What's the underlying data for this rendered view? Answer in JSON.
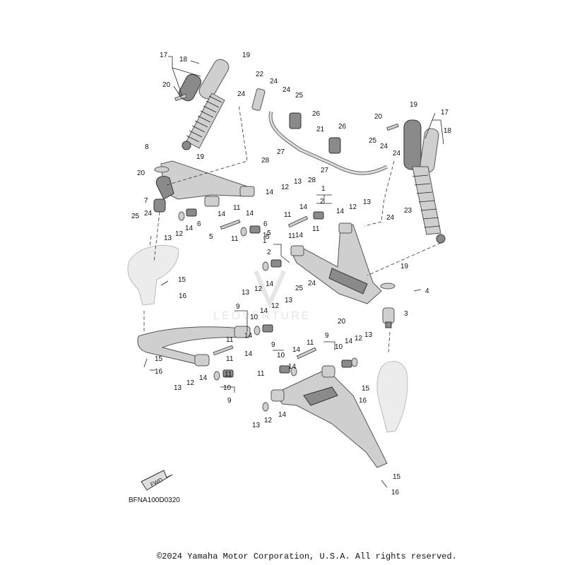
{
  "diagram_code": "BFNA100D0320",
  "copyright": "©2024 Yamaha Motor Corporation, U.S.A. All rights reserved.",
  "fwd_label": "FWD",
  "callouts": [
    {
      "id": "c17a",
      "text": "17"
    },
    {
      "id": "c18a",
      "text": "18"
    },
    {
      "id": "c19a",
      "text": "19"
    },
    {
      "id": "c20a",
      "text": "20"
    },
    {
      "id": "c22",
      "text": "22"
    },
    {
      "id": "c24a",
      "text": "24"
    },
    {
      "id": "c24b",
      "text": "24"
    },
    {
      "id": "c25a",
      "text": "25"
    },
    {
      "id": "c24c",
      "text": "24"
    },
    {
      "id": "c26a",
      "text": "26"
    },
    {
      "id": "c21",
      "text": "21"
    },
    {
      "id": "c26b",
      "text": "26"
    },
    {
      "id": "c27a",
      "text": "27"
    },
    {
      "id": "c28a",
      "text": "28"
    },
    {
      "id": "c27b",
      "text": "27"
    },
    {
      "id": "c28b",
      "text": "28"
    },
    {
      "id": "c8",
      "text": "8"
    },
    {
      "id": "c19b",
      "text": "19"
    },
    {
      "id": "c20b",
      "text": "20"
    },
    {
      "id": "c7",
      "text": "7"
    },
    {
      "id": "c25b",
      "text": "25"
    },
    {
      "id": "c24d",
      "text": "24"
    },
    {
      "id": "c13a",
      "text": "13"
    },
    {
      "id": "c12a",
      "text": "12"
    },
    {
      "id": "c14a",
      "text": "14"
    },
    {
      "id": "c6a",
      "text": "6"
    },
    {
      "id": "c5a",
      "text": "5"
    },
    {
      "id": "c14b",
      "text": "14"
    },
    {
      "id": "c11a",
      "text": "11"
    },
    {
      "id": "c11b",
      "text": "11"
    },
    {
      "id": "c14c",
      "text": "14"
    },
    {
      "id": "c6b",
      "text": "6"
    },
    {
      "id": "c5b",
      "text": "5"
    },
    {
      "id": "c14d",
      "text": "14"
    },
    {
      "id": "c12b",
      "text": "12"
    },
    {
      "id": "c13b",
      "text": "13"
    },
    {
      "id": "c1a",
      "text": "1"
    },
    {
      "id": "c2a",
      "text": "2"
    },
    {
      "id": "c11c",
      "text": "11"
    },
    {
      "id": "c14e",
      "text": "14"
    },
    {
      "id": "c14f",
      "text": "14"
    },
    {
      "id": "c12c",
      "text": "12"
    },
    {
      "id": "c13c",
      "text": "13"
    },
    {
      "id": "c11d",
      "text": "11"
    },
    {
      "id": "c1b",
      "text": "1"
    },
    {
      "id": "c5c",
      "text": "5"
    },
    {
      "id": "c14g",
      "text": "14"
    },
    {
      "id": "c11e",
      "text": "11"
    },
    {
      "id": "c1c",
      "text": "1"
    },
    {
      "id": "c2b",
      "text": "2"
    },
    {
      "id": "c20c",
      "text": "20"
    },
    {
      "id": "c19c",
      "text": "19"
    },
    {
      "id": "c17b",
      "text": "17"
    },
    {
      "id": "c18b",
      "text": "18"
    },
    {
      "id": "c25c",
      "text": "25"
    },
    {
      "id": "c24e",
      "text": "24"
    },
    {
      "id": "c24f",
      "text": "24"
    },
    {
      "id": "c23",
      "text": "23"
    },
    {
      "id": "c24g",
      "text": "24"
    },
    {
      "id": "c15a",
      "text": "15"
    },
    {
      "id": "c16a",
      "text": "16"
    },
    {
      "id": "c13d",
      "text": "13"
    },
    {
      "id": "c12d",
      "text": "12"
    },
    {
      "id": "c14h",
      "text": "14"
    },
    {
      "id": "c25d",
      "text": "25"
    },
    {
      "id": "c24h",
      "text": "24"
    },
    {
      "id": "c19d",
      "text": "19"
    },
    {
      "id": "c4",
      "text": "4"
    },
    {
      "id": "c3",
      "text": "3"
    },
    {
      "id": "c20d",
      "text": "20"
    },
    {
      "id": "c9a",
      "text": "9"
    },
    {
      "id": "c14i",
      "text": "14"
    },
    {
      "id": "c12e",
      "text": "12"
    },
    {
      "id": "c13e",
      "text": "13"
    },
    {
      "id": "c10a",
      "text": "10"
    },
    {
      "id": "c14j",
      "text": "14"
    },
    {
      "id": "c15b",
      "text": "15"
    },
    {
      "id": "c16b",
      "text": "16"
    },
    {
      "id": "c11f",
      "text": "11"
    },
    {
      "id": "c14k",
      "text": "14"
    },
    {
      "id": "c11g",
      "text": "11"
    },
    {
      "id": "c13f",
      "text": "13"
    },
    {
      "id": "c12f",
      "text": "12"
    },
    {
      "id": "c14l",
      "text": "14"
    },
    {
      "id": "c11h",
      "text": "11"
    },
    {
      "id": "c10b",
      "text": "10"
    },
    {
      "id": "c9b",
      "text": "9"
    },
    {
      "id": "c9c",
      "text": "9"
    },
    {
      "id": "c10c",
      "text": "10"
    },
    {
      "id": "c14m",
      "text": "14"
    },
    {
      "id": "c11i",
      "text": "11"
    },
    {
      "id": "c14n",
      "text": "14"
    },
    {
      "id": "c9d",
      "text": "9"
    },
    {
      "id": "c10d",
      "text": "10"
    },
    {
      "id": "c14o",
      "text": "14"
    },
    {
      "id": "c12g",
      "text": "12"
    },
    {
      "id": "c13g",
      "text": "13"
    },
    {
      "id": "c11j",
      "text": "11"
    },
    {
      "id": "c13h",
      "text": "13"
    },
    {
      "id": "c12h",
      "text": "12"
    },
    {
      "id": "c14p",
      "text": "14"
    },
    {
      "id": "c15c",
      "text": "15"
    },
    {
      "id": "c16c",
      "text": "16"
    },
    {
      "id": "c15d",
      "text": "15"
    },
    {
      "id": "c16d",
      "text": "16"
    }
  ]
}
